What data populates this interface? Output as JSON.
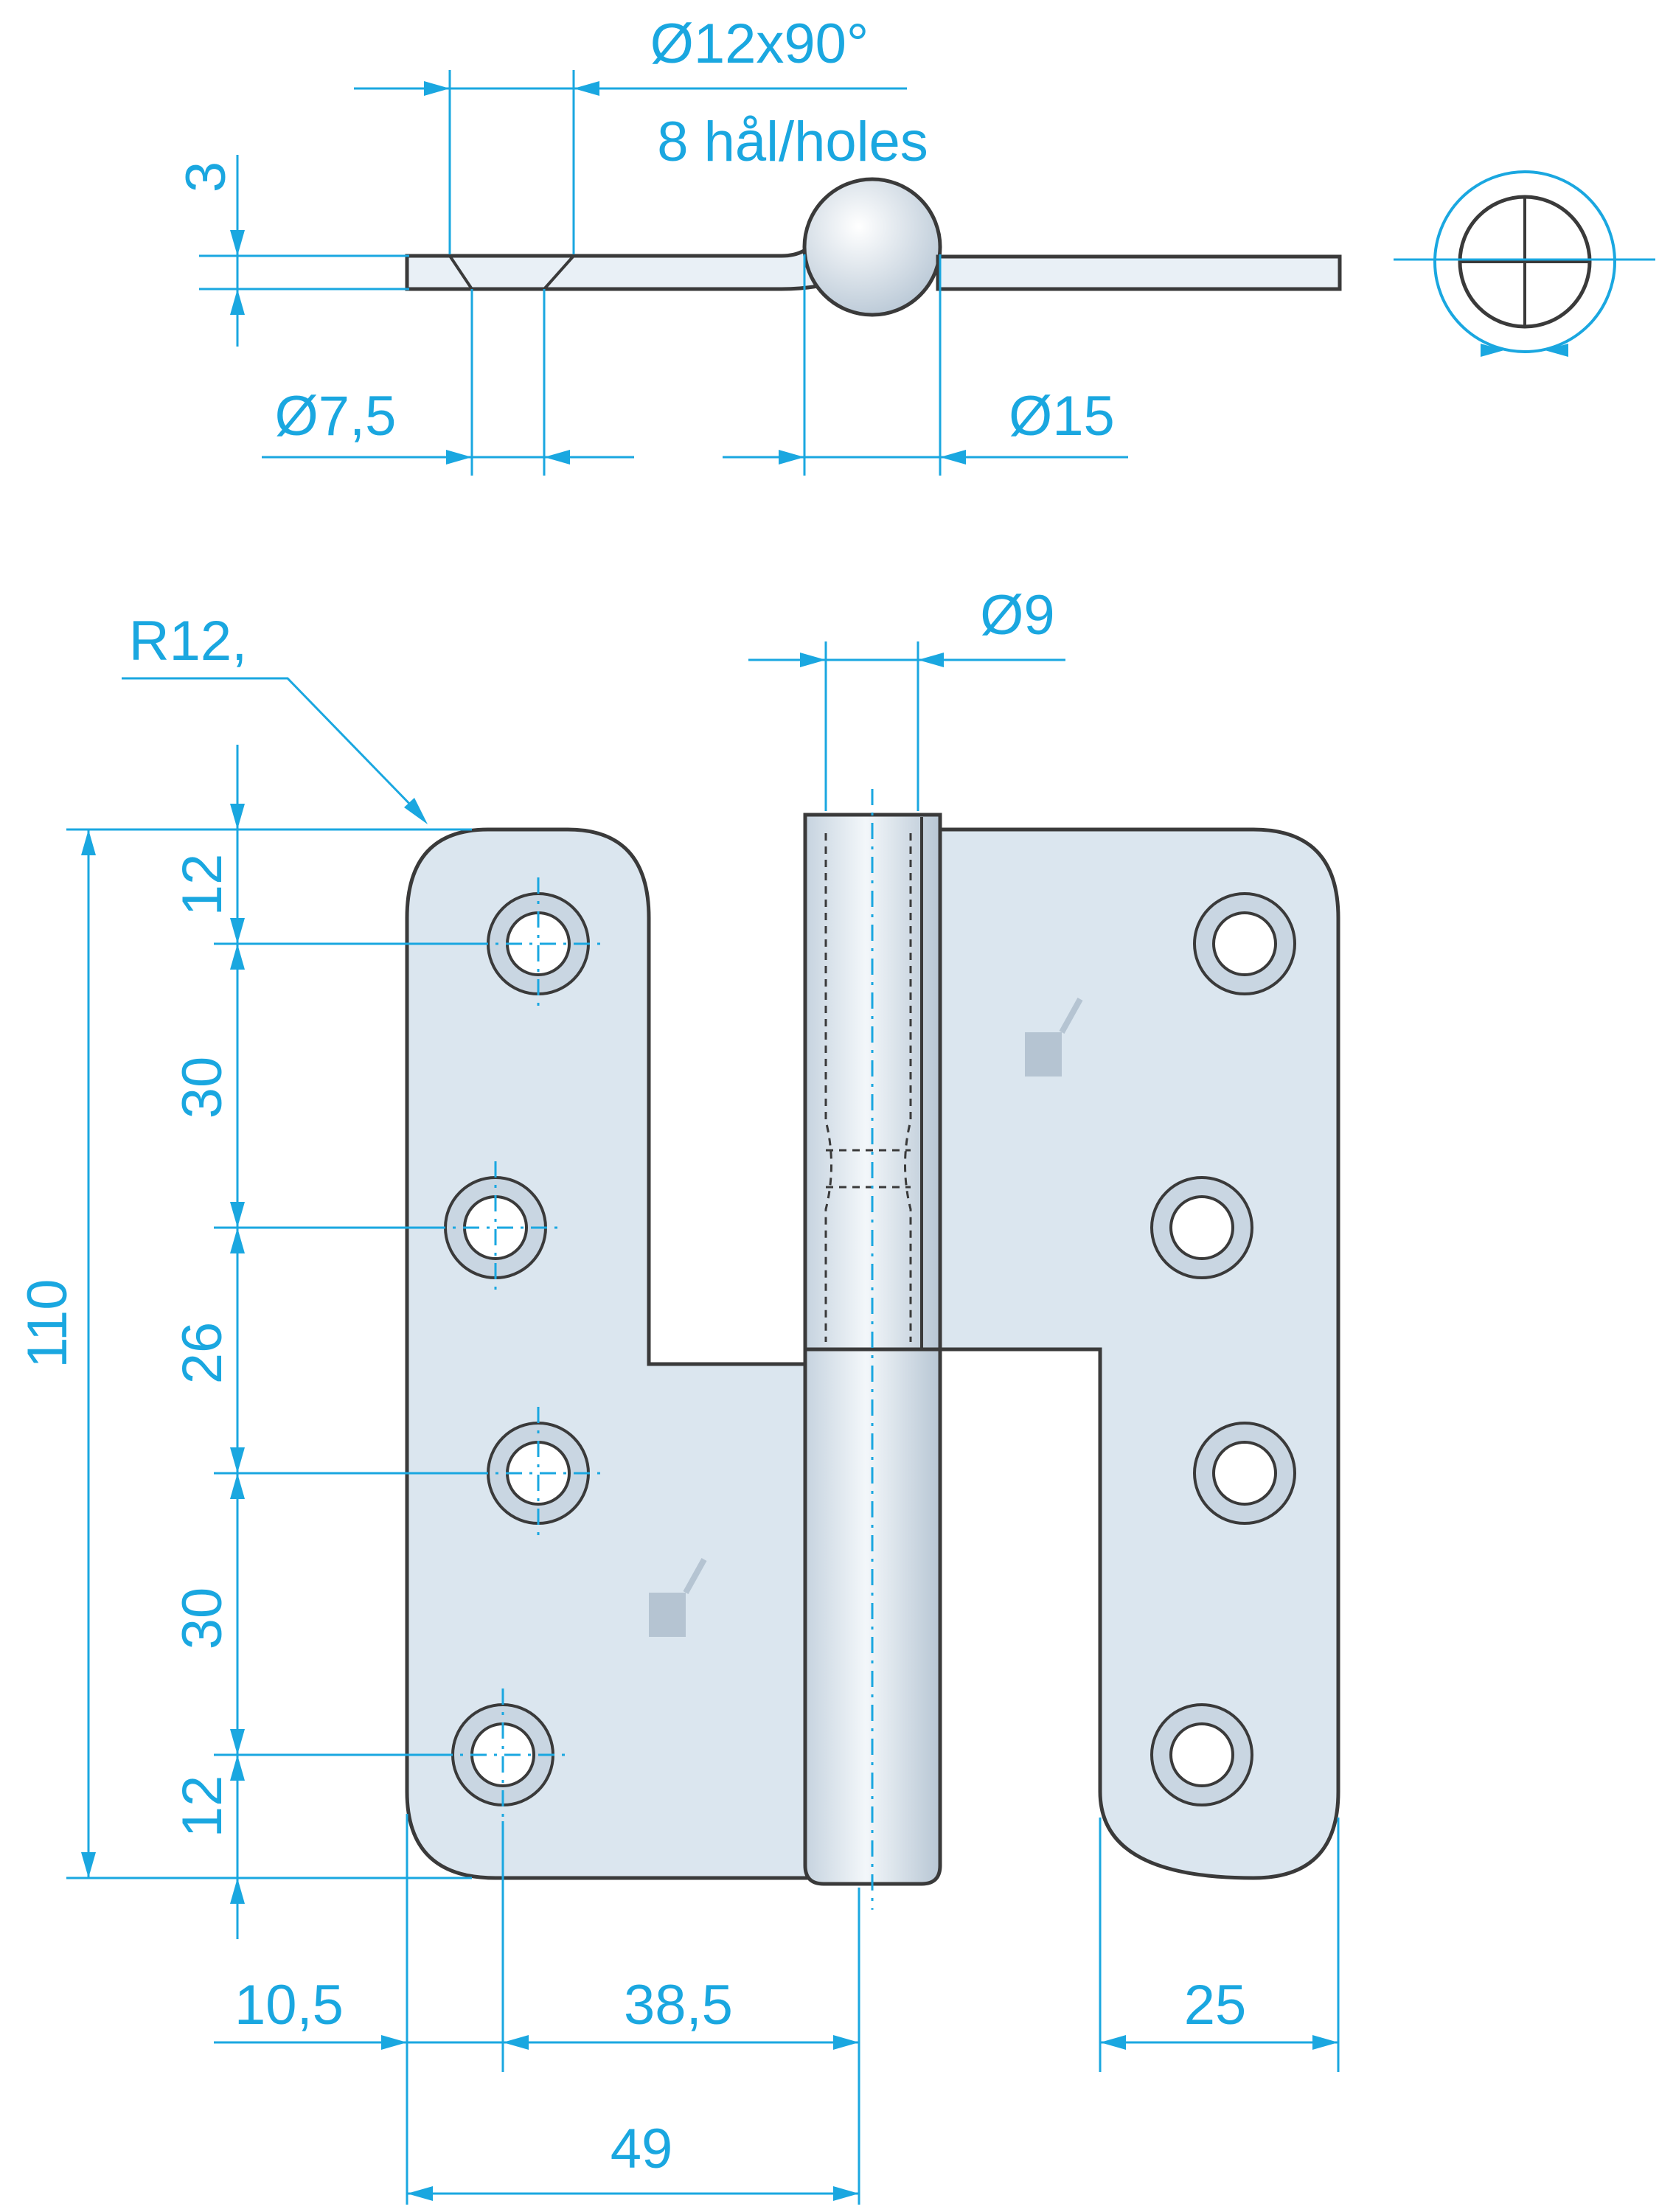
{
  "drawing": {
    "top_view": {
      "countersink_label": "Ø12x90°",
      "holes_label": "8 hål/holes",
      "thickness_label": "3",
      "hole_diameter_label": "Ø7,5",
      "knuckle_diameter_label": "Ø15"
    },
    "front_view": {
      "radius_label": "R12,",
      "pin_diameter_label": "Ø9",
      "overall_height_label": "110",
      "vertical_spacings": [
        "12",
        "30",
        "26",
        "30",
        "12"
      ],
      "bottom_dims": {
        "edge_to_hole_label": "10,5",
        "hole_to_pin_label": "38,5",
        "leaf_width_label": "49",
        "right_leaf_label": "25"
      }
    },
    "colors": {
      "dimension": "#1aa7e0",
      "outline": "#3a3a3a",
      "metal": "#dbe6ef"
    }
  }
}
